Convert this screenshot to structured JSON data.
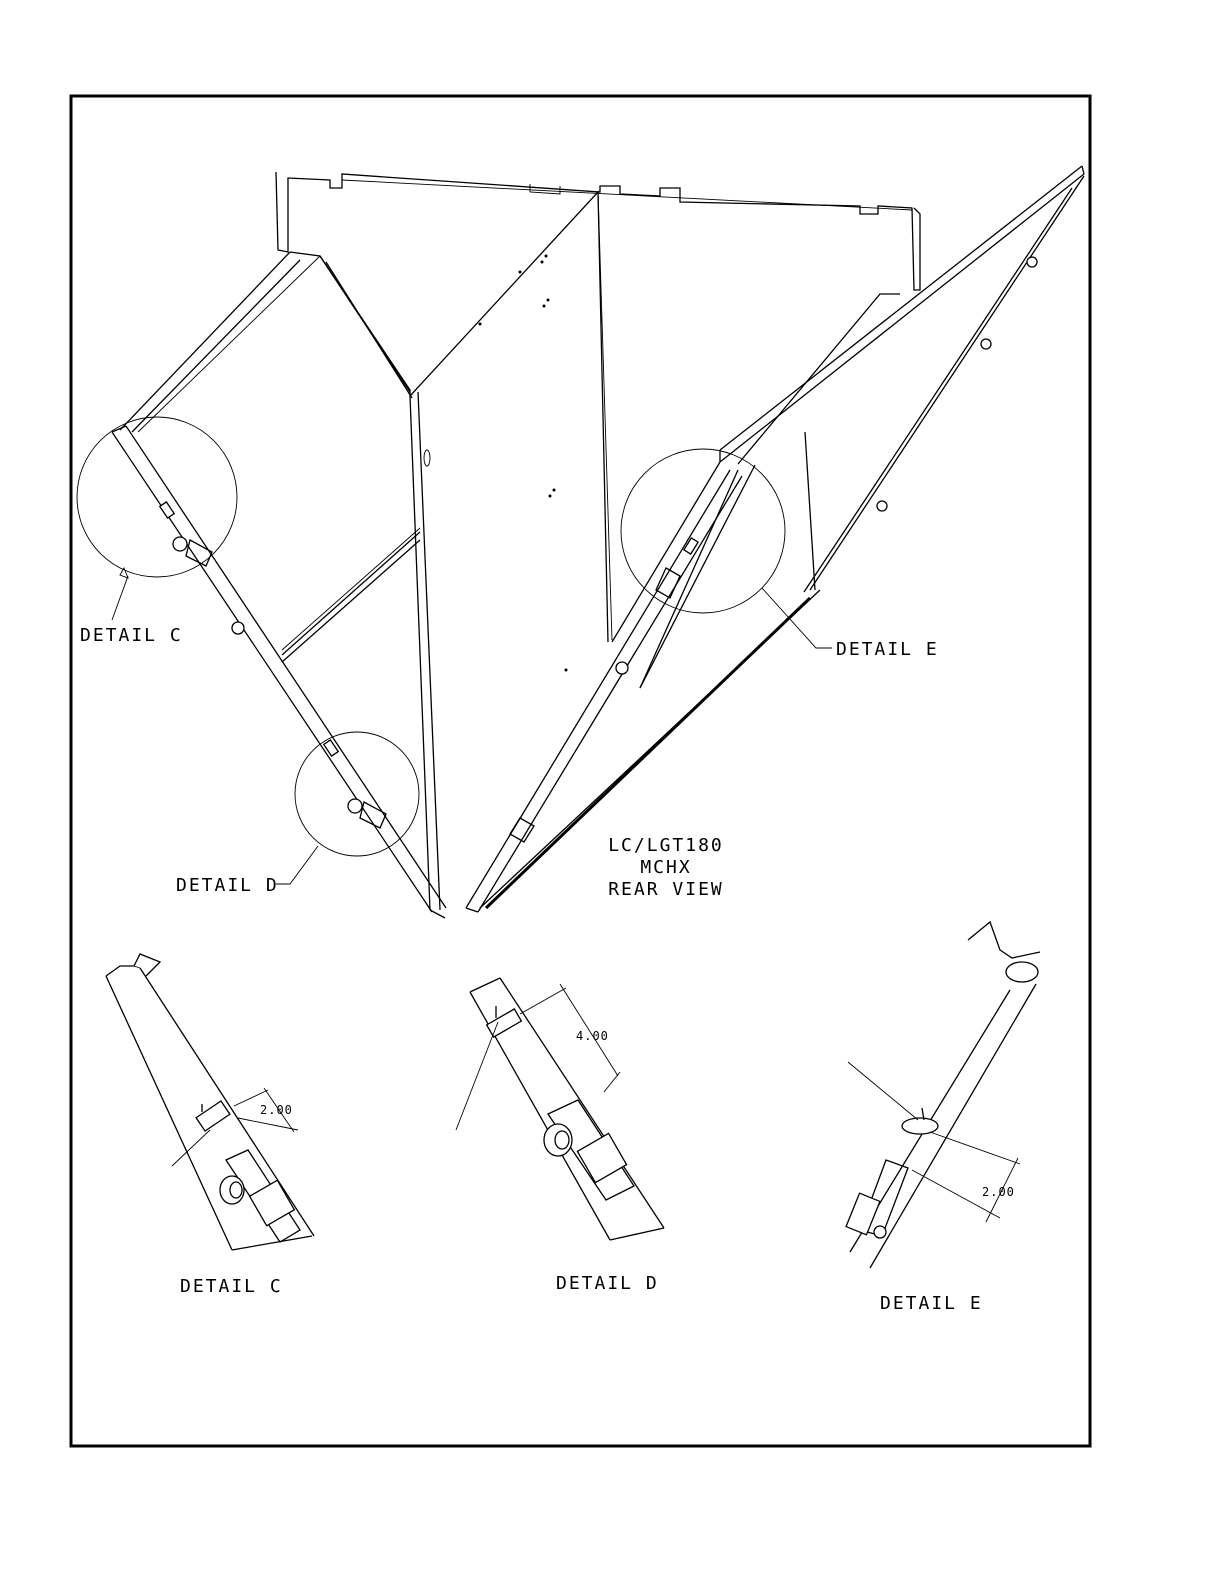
{
  "model_label": {
    "line1": "LC/LGT180",
    "line2": "MCHX",
    "line3": "REAR VIEW"
  },
  "callouts": {
    "detail_c": "DETAIL C",
    "detail_d": "DETAIL D",
    "detail_e": "DETAIL E"
  },
  "details": {
    "c": {
      "title": "DETAIL C",
      "dimension": "2.00"
    },
    "d": {
      "title": "DETAIL D",
      "dimension": "4.00"
    },
    "e": {
      "title": "DETAIL E",
      "dimension": "2.00"
    }
  }
}
